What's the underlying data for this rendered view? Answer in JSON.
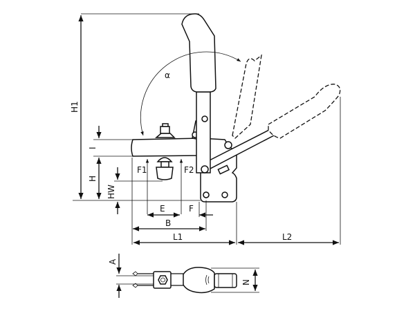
{
  "drawing": {
    "labels": {
      "H1": "H1",
      "H": "H",
      "HW": "HW",
      "I": "I",
      "F1": "F1",
      "F2": "F2",
      "E": "E",
      "F": "F",
      "B": "B",
      "L1": "L1",
      "L2": "L2",
      "alpha": "α",
      "A": "A",
      "N": "N"
    },
    "line_color": "#111111",
    "background": "#ffffff"
  }
}
